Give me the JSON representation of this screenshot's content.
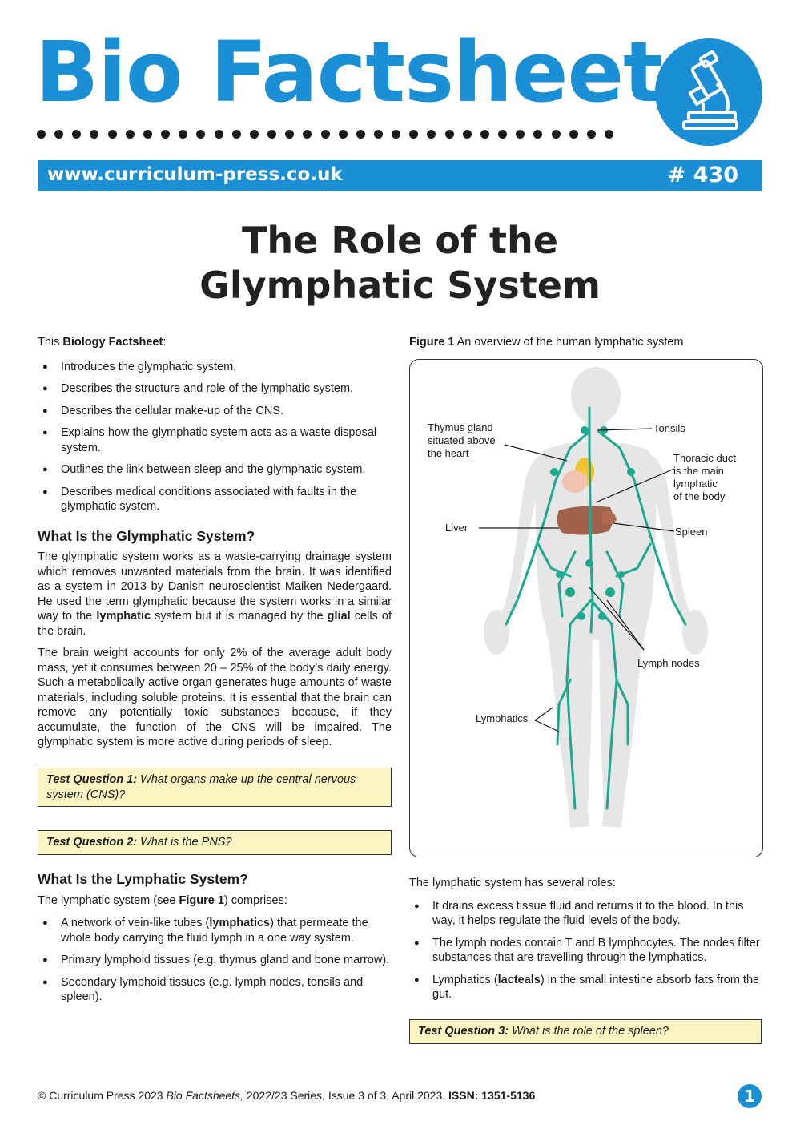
{
  "header": {
    "brand_title": "Bio Factsheet",
    "url": "www.curriculum-press.co.uk",
    "issue_number": "# 430",
    "logo_icon": "microscope-icon",
    "accent_color": "#1a8fd6"
  },
  "title": {
    "line1": "The Role of the",
    "line2": "Glymphatic System"
  },
  "intro": {
    "prefix": "This ",
    "bold": "Biology Factsheet",
    "suffix": ":",
    "bullets": [
      "Introduces the glymphatic system.",
      "Describes the structure and role of the lymphatic system.",
      "Describes the cellular make-up of the CNS.",
      "Explains how the glymphatic system acts as a waste disposal system.",
      "Outlines the link between sleep and the glymphatic system.",
      "Describes medical conditions associated with faults in the glymphatic system."
    ]
  },
  "section1": {
    "heading": "What Is the Glymphatic System?",
    "p1_a": "The glymphatic system works as a waste-carrying drainage system which removes unwanted materials from the brain. It was identified as a system in 2013 by Danish neuroscientist Maiken Nedergaard. He used the term glymphatic because the system works in a similar way to the ",
    "p1_bold1": "lymphatic",
    "p1_b": " system but it is managed by the ",
    "p1_bold2": "glial",
    "p1_c": " cells of the brain.",
    "p2": "The brain weight accounts for only 2% of the average adult body mass, yet it consumes between 20 – 25% of the body’s daily energy. Such a metabolically active organ generates huge amounts of waste materials, including soluble proteins. It is essential that the brain can remove any potentially toxic substances because, if they accumulate, the function of the CNS will be impaired. The glymphatic system is more active during periods of sleep."
  },
  "questions": {
    "q1_label": "Test Question 1:",
    "q1_text": " What organs make up the central nervous system (CNS)?",
    "q2_label": "Test Question 2:",
    "q2_text": " What is the PNS?",
    "q3_label": "Test Question 3:",
    "q3_text": " What is the role of the spleen?"
  },
  "section2": {
    "heading": "What Is the Lymphatic System?",
    "intro_a": "The lymphatic system (see ",
    "intro_bold": "Figure 1",
    "intro_b": ") comprises:",
    "b1_a": "A network of vein-like tubes (",
    "b1_bold": "lymphatics",
    "b1_b": ") that permeate the whole body carrying the fluid lymph in a one way system.",
    "b2": "Primary lymphoid tissues (e.g. thymus gland and bone marrow).",
    "b3": "Secondary lymphoid tissues (e.g. lymph nodes, tonsils and spleen)."
  },
  "figure": {
    "caption_bold": "Figure 1",
    "caption_text": " An overview of the human lymphatic system",
    "labels": {
      "thymus": "Thymus gland\nsituated above\nthe heart",
      "tonsils": "Tonsils",
      "thoracic": "Thoracic duct\nis the main\nlymphatic\nof the body",
      "liver": "Liver",
      "spleen": "Spleen",
      "lymph_nodes": "Lymph nodes",
      "lymphatics": "Lymphatics"
    },
    "colors": {
      "body": "#e6e6e6",
      "lymph": "#1fa88f",
      "liver": "#a0624a",
      "heart": "#f2c230"
    }
  },
  "roles": {
    "intro": "The lymphatic system has several roles:",
    "r1": "It drains excess tissue fluid and returns it to the blood. In this way, it helps regulate the fluid levels of the body.",
    "r2": "The lymph nodes contain T and B lymphocytes. The nodes filter substances that are travelling through the lymphatics.",
    "r3_a": "Lymphatics (",
    "r3_bold": "lacteals",
    "r3_b": ") in the small intestine absorb fats from the gut."
  },
  "footer": {
    "copyright": "© Curriculum Press 2023 ",
    "series_italic": "Bio Factsheets,",
    "series_text": " 2022/23 Series, Issue 3 of 3, April 2023. ",
    "issn": "ISSN: 1351-5136",
    "page": "1"
  }
}
